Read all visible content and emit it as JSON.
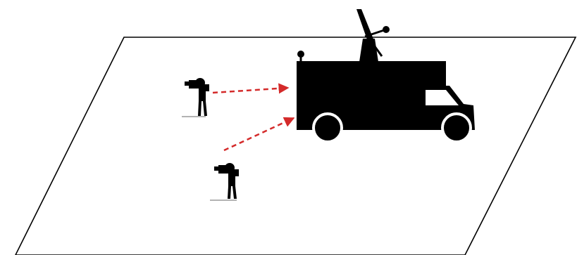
{
  "colors": {
    "background": "#ffffff",
    "outline": "#000000",
    "silhouette": "#000000",
    "arrow": "#d42a2a",
    "window": "#ffffff"
  },
  "objects": {
    "ground_plane": "parallelogram-plane",
    "truck": "broadcast-truck-icon",
    "camera_operators": [
      "camera-operator-icon",
      "camera-operator-icon"
    ],
    "links": [
      "dashed-arrow",
      "dashed-arrow"
    ]
  }
}
